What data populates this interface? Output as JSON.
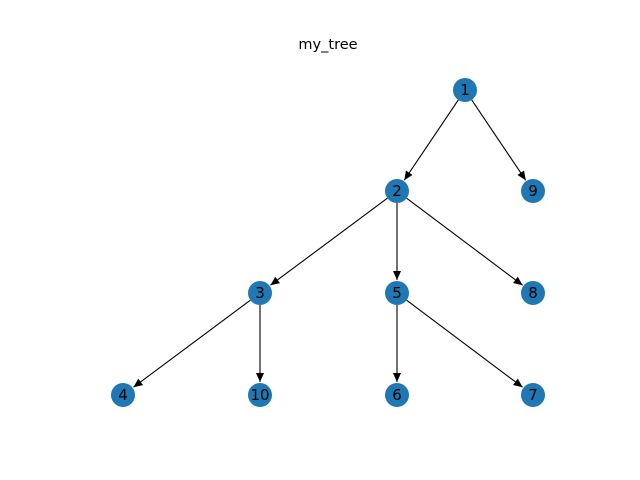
{
  "figure": {
    "title": "my_tree"
  },
  "colors": {
    "node_fill": "#1f77b4",
    "edge": "#000000",
    "label": "#000000",
    "background": "#ffffff"
  },
  "tree": {
    "nodes": [
      {
        "id": "1",
        "label": "1"
      },
      {
        "id": "2",
        "label": "2"
      },
      {
        "id": "9",
        "label": "9"
      },
      {
        "id": "3",
        "label": "3"
      },
      {
        "id": "5",
        "label": "5"
      },
      {
        "id": "8",
        "label": "8"
      },
      {
        "id": "4",
        "label": "4"
      },
      {
        "id": "10",
        "label": "10"
      },
      {
        "id": "6",
        "label": "6"
      },
      {
        "id": "7",
        "label": "7"
      }
    ],
    "edges": [
      {
        "from": "1",
        "to": "2"
      },
      {
        "from": "1",
        "to": "9"
      },
      {
        "from": "2",
        "to": "3"
      },
      {
        "from": "2",
        "to": "5"
      },
      {
        "from": "2",
        "to": "8"
      },
      {
        "from": "3",
        "to": "4"
      },
      {
        "from": "3",
        "to": "10"
      },
      {
        "from": "5",
        "to": "6"
      },
      {
        "from": "5",
        "to": "7"
      }
    ]
  }
}
